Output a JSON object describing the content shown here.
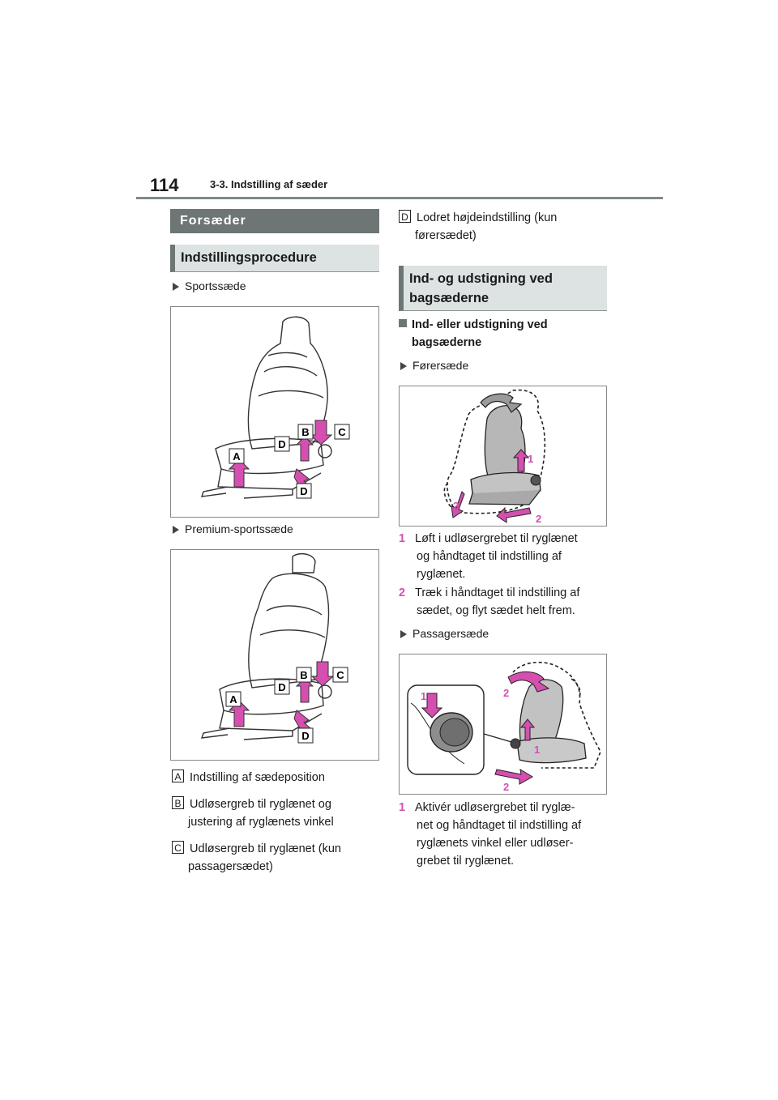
{
  "header": {
    "page_number": "114",
    "chapter": "3-3. Indstilling af sæder"
  },
  "left": {
    "section_title": "Forsæder",
    "sub_title": "Indstillingsprocedure",
    "fig1_caption": "Sportssæde",
    "fig2_caption": "Premium-sportssæde",
    "legend": [
      {
        "key": "A",
        "text": "Indstilling af sædeposition"
      },
      {
        "key": "B",
        "text": "Udløsergreb til ryglænet og",
        "text2": "justering af ryglænets vinkel"
      },
      {
        "key": "C",
        "text": "Udløsergreb til ryglænet (kun",
        "text2": "passagersædet)"
      }
    ]
  },
  "right": {
    "legend_d": {
      "key": "D",
      "text": "Lodret højdeindstilling (kun",
      "text2": "førersædet)"
    },
    "section_title_line1": "Ind- og udstigning ved",
    "section_title_line2": "bagsæderne",
    "subheading_line1": "Ind- eller udstigning ved",
    "subheading_line2": "bagsæderne",
    "driver_caption": "Førersæde",
    "driver_steps": [
      {
        "num": "1",
        "line1": "Løft i udløsergrebet til ryglænet",
        "line2": "og håndtaget til indstilling af",
        "line3": "ryglænet."
      },
      {
        "num": "2",
        "line1": "Træk i håndtaget til indstilling af",
        "line2": "sædet, og flyt sædet helt frem."
      }
    ],
    "passenger_caption": "Passagersæde",
    "passenger_step": {
      "num": "1",
      "line1": "Aktivér udløsergrebet til ryglæ-",
      "line2": "net og håndtaget til indstilling af",
      "line3": "ryglænets vinkel eller udløser-",
      "line4": "grebet til ryglænet."
    }
  },
  "figure_labels": {
    "a": "A",
    "b": "B",
    "c": "C",
    "d": "D",
    "one": "1",
    "two": "2"
  },
  "colors": {
    "accent": "#d54fb0",
    "header_band": "#6d7675",
    "sub_band": "#dde2e2"
  }
}
